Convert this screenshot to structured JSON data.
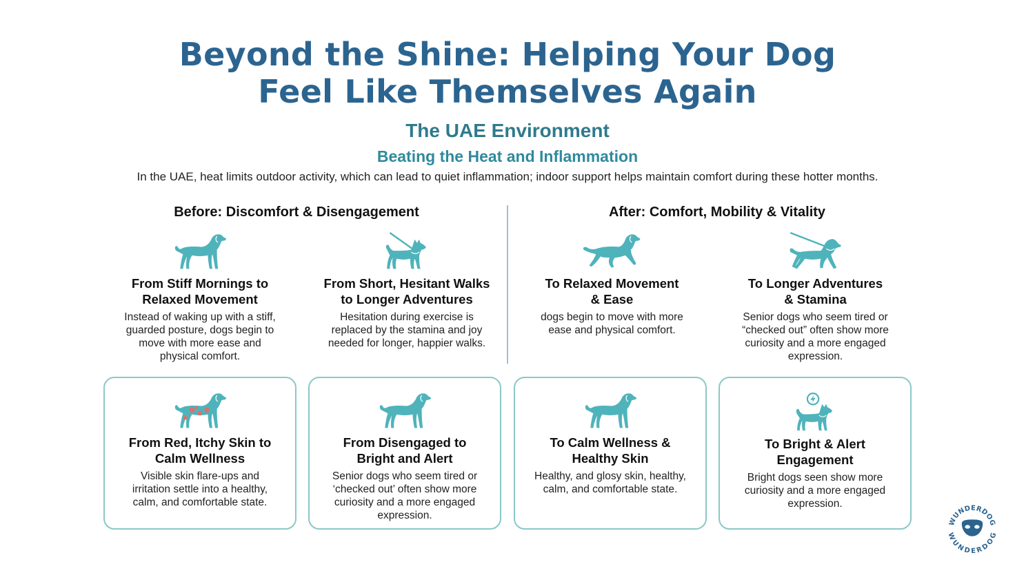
{
  "title": {
    "line1": "Beyond the Shine: Helping Your Dog",
    "line2": "Feel Like Themselves Again"
  },
  "section": {
    "title": "The UAE Environment",
    "subtitle": "Beating the Heat and Inflammation",
    "intro": "In the UAE, heat limits outdoor activity, which can lead to quiet inflammation; indoor support helps maintain comfort during these hotter months."
  },
  "before": {
    "heading": "Before: Discomfort & Disengagement",
    "items": [
      {
        "icon": "standing-dog-icon",
        "title_line1": "From Stiff Mornings to",
        "title_line2": "Relaxed Movement",
        "desc_lines": [
          "Instead of waking up with a stiff,",
          "guarded posture, dogs begin to",
          "move with more ease and",
          "physical comfort."
        ]
      },
      {
        "icon": "leashed-dog-icon",
        "title_line1": "From Short, Hesitant Walks",
        "title_line2": "to Longer Adventures",
        "desc_lines": [
          "Hesitation during exercise is",
          "replaced by the stamina and joy",
          "needed for longer, happier walks."
        ]
      }
    ],
    "cards": [
      {
        "icon": "dog-with-skin-patches-icon",
        "title_line1": "From Red, Itchy Skin to",
        "title_line2": "Calm Wellness",
        "desc_lines": [
          "Visible skin flare-ups and",
          "irritation settle into a healthy,",
          "calm, and comfortable state."
        ]
      },
      {
        "icon": "droopy-dog-icon",
        "title_line1": "From Disengaged to",
        "title_line2": "Bright and Alert",
        "desc_lines": [
          "Senior dogs who seem tired or",
          "‘checked out’ often show more",
          "curiosity and a more engaged",
          "expression."
        ]
      }
    ]
  },
  "after": {
    "heading": "After: Comfort, Mobility & Vitality",
    "items": [
      {
        "icon": "trotting-dog-icon",
        "title_line1": "To Relaxed Movement",
        "title_line2": "& Ease",
        "desc_lines": [
          "dogs begin to move with more",
          "ease and physical comfort."
        ]
      },
      {
        "icon": "walking-leashed-dog-icon",
        "title_line1": "To Longer Adventures",
        "title_line2": "& Stamina",
        "desc_lines": [
          "Senior dogs who seem tired or",
          "“checked out” often show more",
          "curiosity and a more engaged",
          "expression."
        ]
      }
    ],
    "cards": [
      {
        "icon": "healthy-dog-icon",
        "title_line1": "To Calm Wellness &",
        "title_line2": "Healthy Skin",
        "desc_lines": [
          "Healthy, and glosy skin, healthy,",
          "calm, and comfortable state."
        ]
      },
      {
        "icon": "energetic-dog-icon",
        "title_line1": "To Bright & Alert",
        "title_line2": "Engagement",
        "desc_lines": [
          "Bright dogs seen show more",
          "curiosity and a more engaged",
          "expression."
        ]
      }
    ]
  },
  "logo": {
    "text": "WUNDERDOG"
  },
  "colors": {
    "title": "#2c6490",
    "section_title": "#2f7a8c",
    "icon_teal": "#4fb3bb",
    "skin_patch": "#d9736a",
    "card_border": "#8cc7c7",
    "divider": "#9cc3c8"
  }
}
